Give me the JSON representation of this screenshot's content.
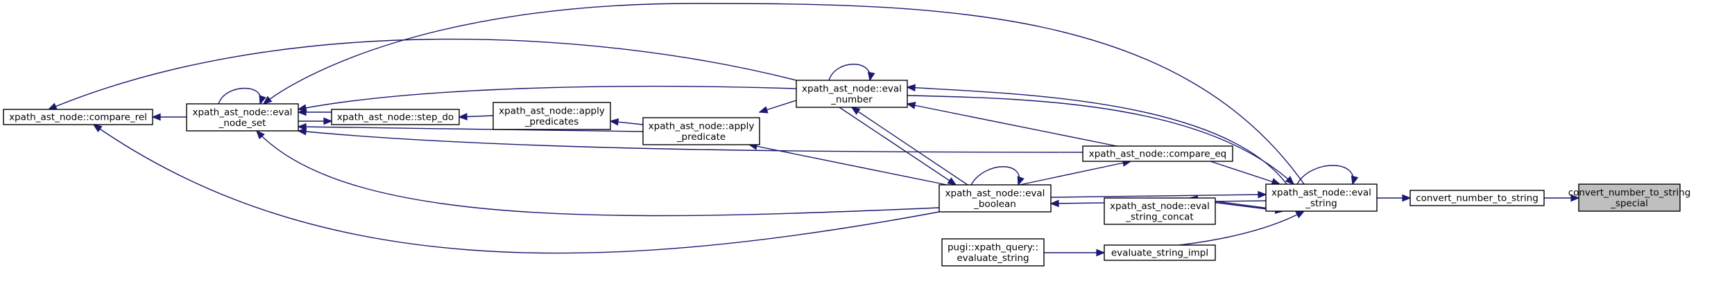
{
  "diagram": {
    "type": "call-graph",
    "colors": {
      "edge": "#191970",
      "node_fill": "#ffffff",
      "highlight_fill": "#bfbfbf",
      "border": "#000000"
    },
    "nodes": [
      {
        "id": "cns_special",
        "lines": [
          "convert_number_to_string",
          "_special"
        ],
        "highlight": true
      },
      {
        "id": "cns",
        "lines": [
          "convert_number_to_string"
        ]
      },
      {
        "id": "eval_string",
        "lines": [
          "xpath_ast_node::eval",
          "_string"
        ]
      },
      {
        "id": "compare_eq",
        "lines": [
          "xpath_ast_node::compare_eq"
        ]
      },
      {
        "id": "eval_string_concat",
        "lines": [
          "xpath_ast_node::eval",
          "_string_concat"
        ]
      },
      {
        "id": "evaluate_string_impl",
        "lines": [
          "evaluate_string_impl"
        ]
      },
      {
        "id": "pugi_evaluate_string",
        "lines": [
          "pugi::xpath_query::",
          "evaluate_string"
        ]
      },
      {
        "id": "eval_boolean",
        "lines": [
          "xpath_ast_node::eval",
          "_boolean"
        ]
      },
      {
        "id": "eval_number",
        "lines": [
          "xpath_ast_node::eval",
          "_number"
        ]
      },
      {
        "id": "apply_predicate",
        "lines": [
          "xpath_ast_node::apply",
          "_predicate"
        ]
      },
      {
        "id": "apply_predicates",
        "lines": [
          "xpath_ast_node::apply",
          "_predicates"
        ]
      },
      {
        "id": "step_do",
        "lines": [
          "xpath_ast_node::step_do"
        ]
      },
      {
        "id": "eval_node_set",
        "lines": [
          "xpath_ast_node::eval",
          "_node_set"
        ]
      },
      {
        "id": "compare_rel",
        "lines": [
          "xpath_ast_node::compare_rel"
        ]
      }
    ],
    "edges": [
      {
        "from": "cns",
        "to": "cns_special"
      },
      {
        "from": "eval_string",
        "to": "cns"
      },
      {
        "from": "eval_string",
        "to": "eval_string"
      },
      {
        "from": "compare_eq",
        "to": "eval_string"
      },
      {
        "from": "eval_boolean",
        "to": "eval_string"
      },
      {
        "from": "eval_string",
        "to": "eval_boolean"
      },
      {
        "from": "eval_string_concat",
        "to": "eval_string"
      },
      {
        "from": "eval_string",
        "to": "eval_string_concat"
      },
      {
        "from": "evaluate_string_impl",
        "to": "eval_string"
      },
      {
        "from": "pugi_evaluate_string",
        "to": "evaluate_string_impl"
      },
      {
        "from": "eval_string",
        "to": "eval_number"
      },
      {
        "from": "eval_number",
        "to": "eval_string"
      },
      {
        "from": "eval_string",
        "to": "eval_node_set"
      },
      {
        "from": "compare_eq",
        "to": "eval_number"
      },
      {
        "from": "compare_eq",
        "to": "eval_node_set"
      },
      {
        "from": "eval_boolean",
        "to": "compare_eq"
      },
      {
        "from": "eval_boolean",
        "to": "eval_boolean"
      },
      {
        "from": "eval_boolean",
        "to": "eval_number"
      },
      {
        "from": "eval_number",
        "to": "eval_boolean"
      },
      {
        "from": "eval_boolean",
        "to": "eval_node_set"
      },
      {
        "from": "eval_boolean",
        "to": "compare_rel"
      },
      {
        "from": "eval_boolean",
        "to": "apply_predicate"
      },
      {
        "from": "eval_number",
        "to": "eval_number"
      },
      {
        "from": "eval_number",
        "to": "apply_predicate"
      },
      {
        "from": "eval_number",
        "to": "eval_node_set"
      },
      {
        "from": "eval_number",
        "to": "compare_rel"
      },
      {
        "from": "apply_predicate",
        "to": "apply_predicates"
      },
      {
        "from": "apply_predicate",
        "to": "eval_node_set"
      },
      {
        "from": "apply_predicates",
        "to": "step_do"
      },
      {
        "from": "step_do",
        "to": "eval_node_set"
      },
      {
        "from": "eval_node_set",
        "to": "step_do"
      },
      {
        "from": "eval_node_set",
        "to": "eval_node_set"
      },
      {
        "from": "eval_node_set",
        "to": "compare_rel"
      },
      {
        "from": "eval_string",
        "to": "compare_rel"
      }
    ]
  }
}
